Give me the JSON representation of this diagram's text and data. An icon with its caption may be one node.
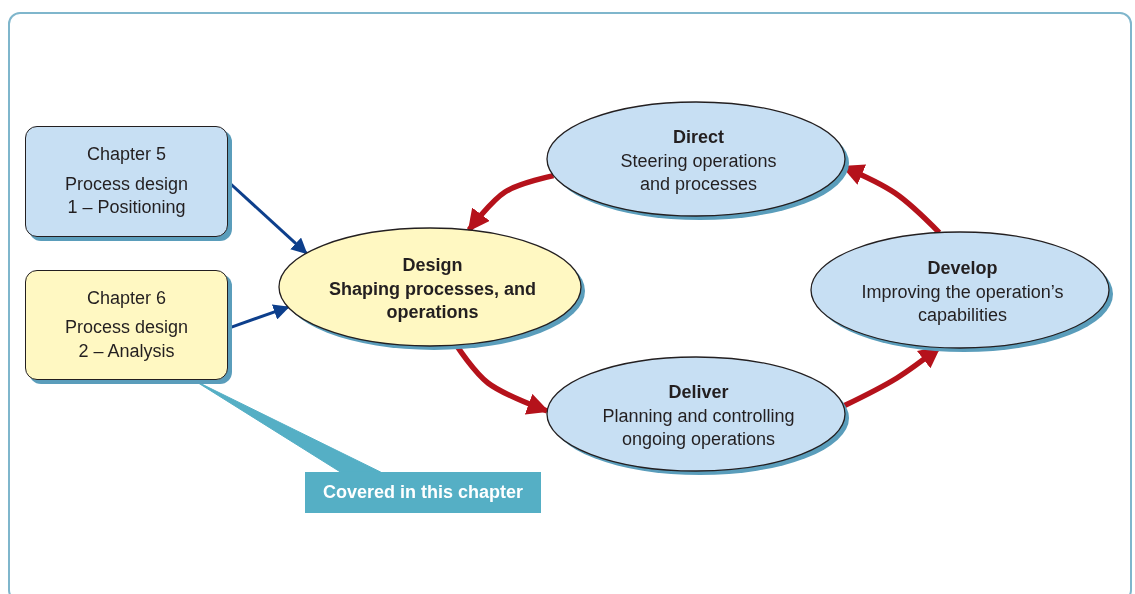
{
  "diagram": {
    "nodes": [
      {
        "text": [
          "Chapter 5",
          "Process design 1 – Positioning"
        ]
      },
      {
        "text": [
          "Chapter 6",
          "Process design 2 – Analysis"
        ]
      },
      {
        "text": [
          "Design",
          "Shaping processes, and operations"
        ]
      },
      {
        "text": [
          "Direct",
          "Steering operations and processes"
        ]
      },
      {
        "text": [
          "Develop",
          "Improving the operation’s capabilities"
        ]
      },
      {
        "text": [
          "Deliver",
          "Planning and controlling ongoing operations"
        ]
      },
      {
        "text": [
          "Covered in this chapter"
        ]
      }
    ],
    "edges": [
      {
        "from": 0,
        "to": 2,
        "arrow": "to",
        "color": "#0d3f8c"
      },
      {
        "from": 1,
        "to": 2,
        "arrow": "to",
        "color": "#0d3f8c"
      },
      {
        "from": 3,
        "to": 2,
        "arrow": "to"
      },
      {
        "from": 2,
        "to": 5,
        "arrow": "to"
      },
      {
        "from": 5,
        "to": 4,
        "arrow": "to"
      },
      {
        "from": 4,
        "to": 3,
        "arrow": "to"
      },
      {
        "from": 6,
        "to": 1,
        "arrow": "none",
        "color": "#55afc5"
      }
    ]
  }
}
